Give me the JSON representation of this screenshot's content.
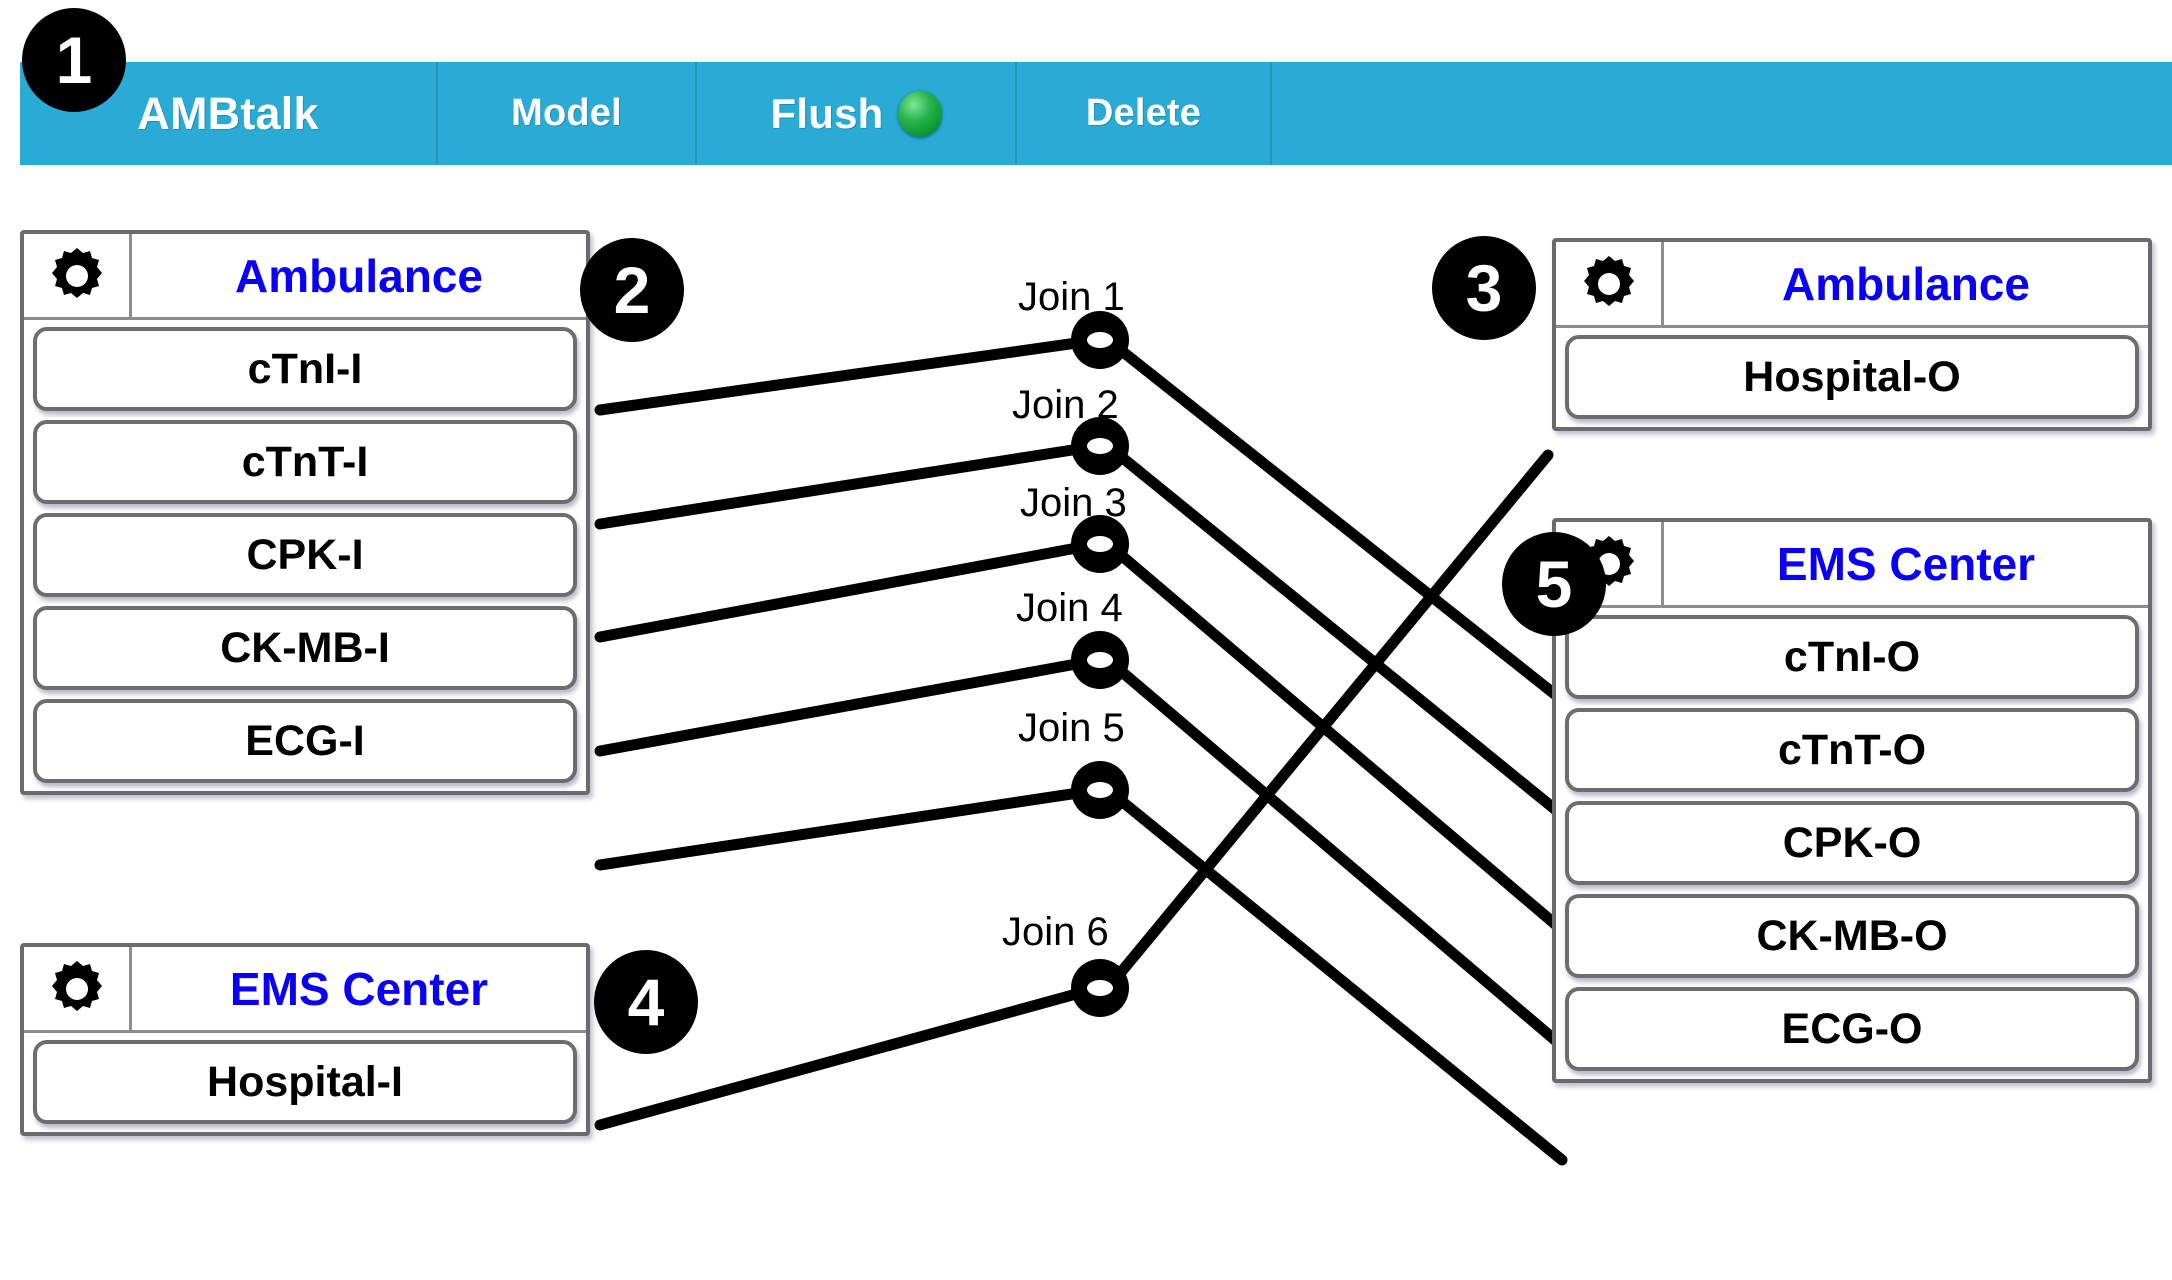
{
  "toolbar": {
    "accent_color": "#29abd6",
    "items": [
      {
        "label": "AMBtalk",
        "id": "ambtalk"
      },
      {
        "label": "Model",
        "id": "model"
      },
      {
        "label": "Flush",
        "id": "flush"
      },
      {
        "label": "Delete",
        "id": "delete"
      }
    ],
    "flush_led": {
      "name": "status-led",
      "color": "#19a63f",
      "state": "on"
    }
  },
  "panels": {
    "left_top": {
      "title": "Ambulance",
      "title_color": "#0a00f5",
      "gear_icon": "gear-icon",
      "ports": [
        "cTnI-I",
        "cTnT-I",
        "CPK-I",
        "CK-MB-I",
        "ECG-I"
      ]
    },
    "left_bottom": {
      "title": "EMS Center",
      "title_color": "#0a00f5",
      "gear_icon": "gear-icon",
      "ports": [
        "Hospital-I"
      ]
    },
    "right_top": {
      "title": "Ambulance",
      "title_color": "#0a00f5",
      "gear_icon": "gear-icon",
      "ports": [
        "Hospital-O"
      ]
    },
    "right_bottom": {
      "title": "EMS Center",
      "title_color": "#0a00f5",
      "gear_icon": "gear-icon",
      "ports": [
        "cTnI-O",
        "cTnT-O",
        "CPK-O",
        "CK-MB-O",
        "ECG-O"
      ]
    }
  },
  "joins": [
    {
      "label": "Join 1",
      "source": "cTnI-I",
      "target": "cTnI-O"
    },
    {
      "label": "Join 2",
      "source": "cTnT-I",
      "target": "cTnT-O"
    },
    {
      "label": "Join 3",
      "source": "CPK-I",
      "target": "CPK-O"
    },
    {
      "label": "Join 4",
      "source": "CK-MB-I",
      "target": "CK-MB-O"
    },
    {
      "label": "Join 5",
      "source": "ECG-I",
      "target": "ECG-O"
    },
    {
      "label": "Join 6",
      "source": "Hospital-I",
      "target": "Hospital-O"
    }
  ],
  "callouts": [
    {
      "number": "1",
      "refers_to": "toolbar"
    },
    {
      "number": "2",
      "refers_to": "left-ambulance-panel"
    },
    {
      "number": "3",
      "refers_to": "right-ambulance-panel"
    },
    {
      "number": "4",
      "refers_to": "left-ems-center-panel"
    },
    {
      "number": "5",
      "refers_to": "right-ems-center-panel"
    }
  ]
}
